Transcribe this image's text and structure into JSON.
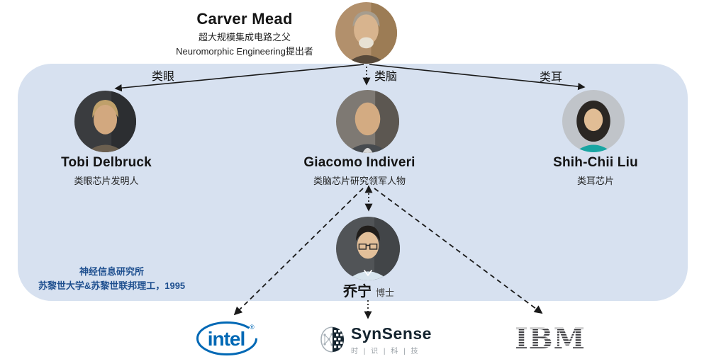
{
  "root_person": {
    "name": "Carver Mead",
    "title_line1": "超大规模集成电路之父",
    "title_line2": "Neuromorphic Engineering提出者"
  },
  "branch_labels": {
    "eye": "类眼",
    "brain": "类脑",
    "ear": "类耳"
  },
  "people": [
    {
      "name": "Tobi Delbruck",
      "subtitle": "类眼芯片发明人"
    },
    {
      "name": "Giacomo Indiveri",
      "subtitle": "类脑芯片研究领军人物"
    },
    {
      "name": "Shih-Chii Liu",
      "subtitle": "类耳芯片"
    }
  ],
  "institute": {
    "line1": "神经信息研究所",
    "line2": "苏黎世大学&苏黎世联邦理工，1995"
  },
  "student": {
    "name": "乔宁",
    "degree": "博士"
  },
  "companies": {
    "intel_label": "intel",
    "intel_reg": "®",
    "synsense_label": "SynSense",
    "synsense_subtext": "时 | 识 | 科 | 技",
    "ibm_label": "IBM"
  },
  "colors": {
    "panel": "#d7e1f0",
    "institute_text": "#1e4f8f",
    "intel_blue": "#0068b5",
    "synsense_dark": "#14242f",
    "line": "#1a1a1a"
  }
}
